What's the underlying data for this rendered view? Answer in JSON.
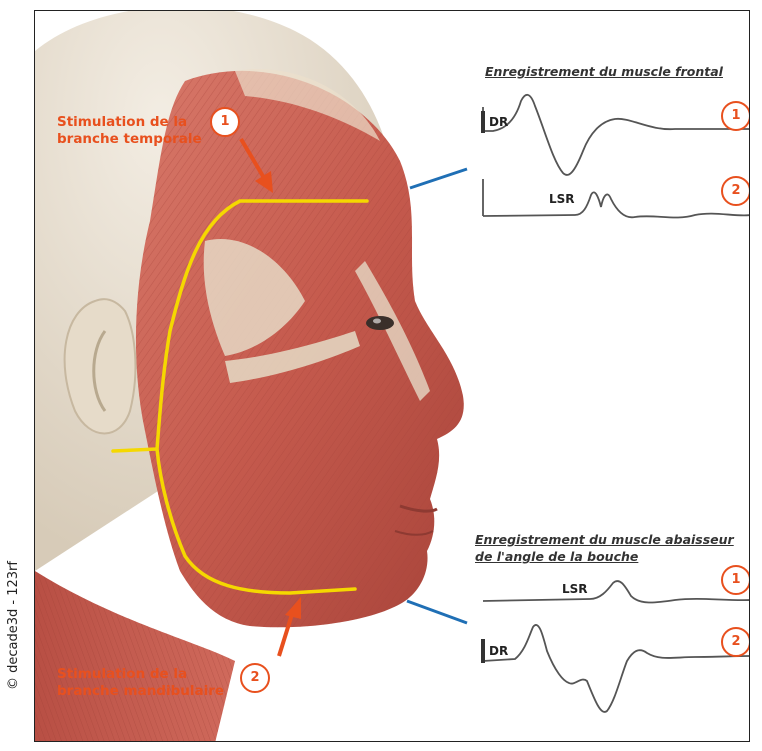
{
  "copyright": "© decade3d - 123rf",
  "stimulation": {
    "temporal": {
      "line1": "Stimulation de la",
      "line2": "branche temporale",
      "number": "1"
    },
    "mandibular": {
      "line1": "Stimulation de la",
      "line2": "branche mandibulaire",
      "number": "2"
    }
  },
  "recordings": {
    "frontal": {
      "title": "Enregistrement du muscle frontal",
      "trace1": {
        "label": "DR",
        "number": "1"
      },
      "trace2": {
        "label": "LSR",
        "number": "2"
      }
    },
    "depressor": {
      "title_line1": "Enregistrement du muscle abaisseur",
      "title_line2": "de l'angle de la bouche",
      "trace1": {
        "label": "LSR",
        "number": "1"
      },
      "trace2": {
        "label": "DR",
        "number": "2"
      }
    }
  },
  "colors": {
    "accent": "#e8501e",
    "nerve_line": "#f5d800",
    "connector": "#1f6fb5",
    "muscle": "#c8574a",
    "skin": "#e9dfcf"
  }
}
